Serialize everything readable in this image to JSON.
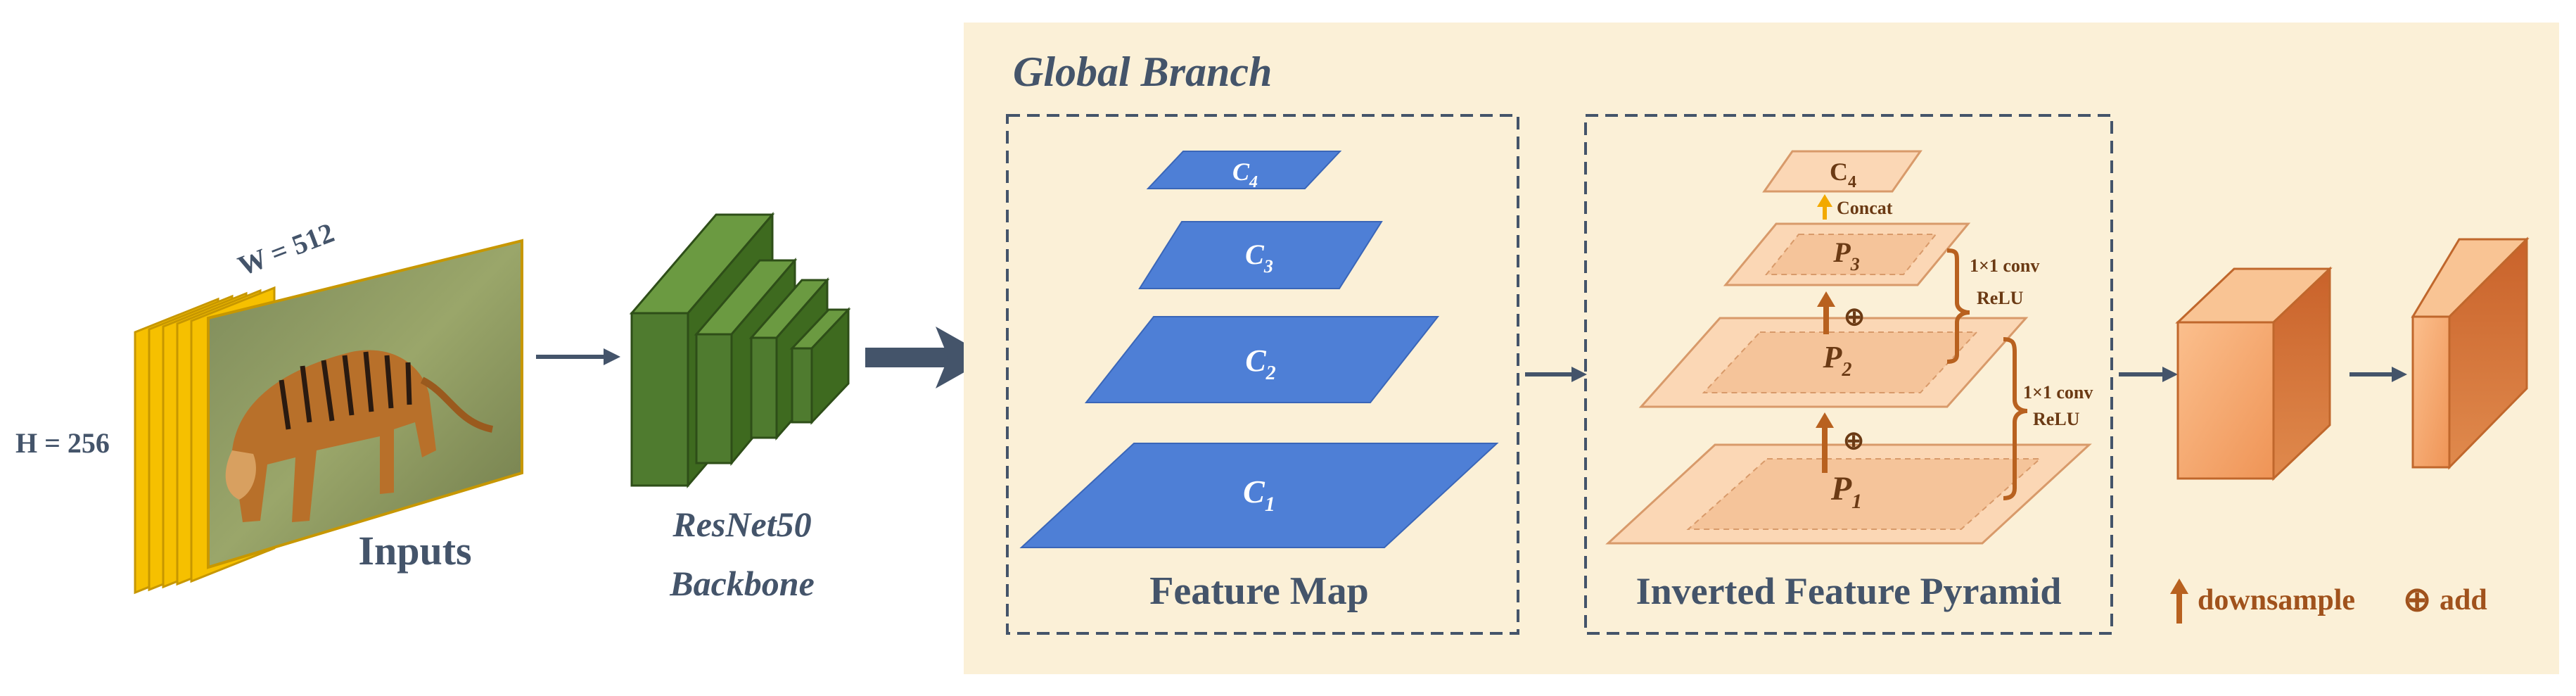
{
  "inputs": {
    "label": "Inputs",
    "width_label": "W = 512",
    "height_label": "H = 256"
  },
  "backbone": {
    "line1": "ResNet50",
    "line2": "Backbone"
  },
  "global_branch": {
    "title": "Global Branch",
    "feature_map": {
      "label": "Feature Map",
      "levels": [
        {
          "base": "C",
          "sub": "4"
        },
        {
          "base": "C",
          "sub": "3"
        },
        {
          "base": "C",
          "sub": "2"
        },
        {
          "base": "C",
          "sub": "1"
        }
      ]
    },
    "pyramid": {
      "label": "Inverted Feature Pyramid",
      "top": {
        "base": "C",
        "sub": "4"
      },
      "concat": "Concat",
      "levels": [
        {
          "base": "P",
          "sub": "3"
        },
        {
          "base": "P",
          "sub": "2"
        },
        {
          "base": "P",
          "sub": "1"
        }
      ],
      "conv_upper": {
        "line1": "1×1 conv",
        "line2": "ReLU"
      },
      "conv_lower": {
        "line1": "1×1 conv",
        "line2": "ReLU"
      },
      "add_symbol": "⊕"
    },
    "legend": {
      "downsample": "downsample",
      "add_symbol": "⊕",
      "add": "add"
    }
  },
  "colors": {
    "panel_bg": "#fbf0d7",
    "blue_plane": "#4e7fd6",
    "peach_plane": "#fbd7b5",
    "inner_peach": "#f5c49a",
    "orange_arrow": "#b8611f",
    "yellow_arrow": "#f2a900",
    "green_block": "#4f7b2f",
    "text_dark": "#44546a",
    "input_frame": "#f6c000"
  }
}
